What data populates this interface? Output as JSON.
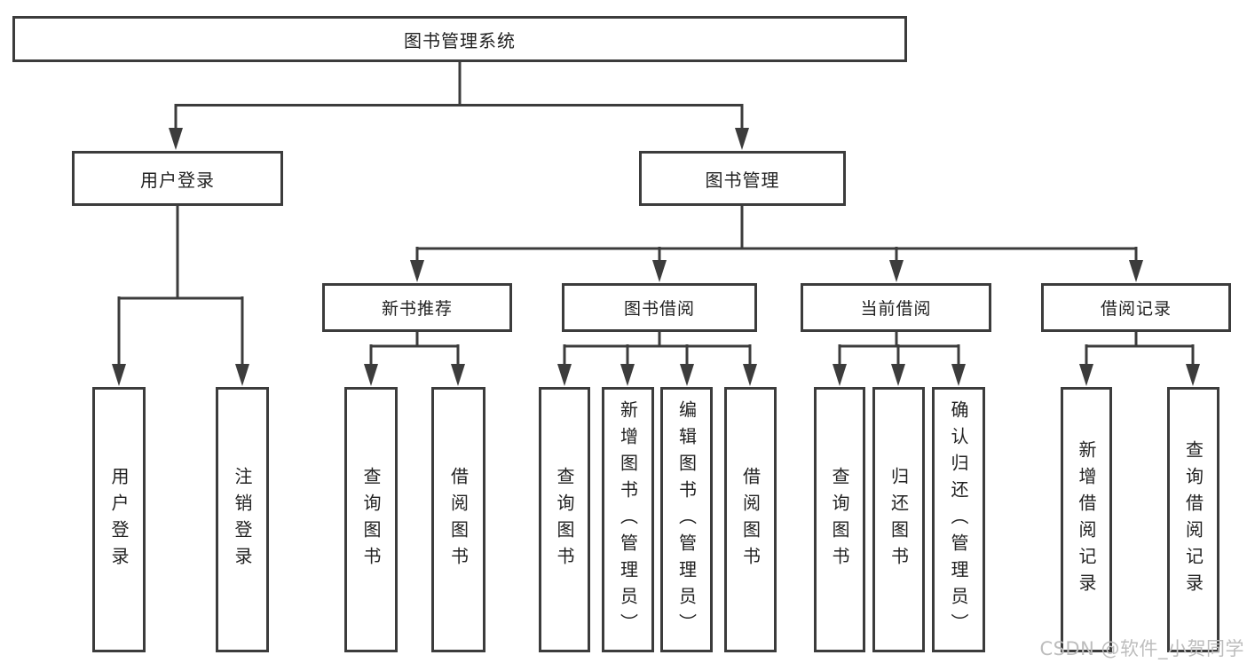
{
  "tree": {
    "root": {
      "label": "图书管理系统"
    },
    "user_login": {
      "label": "用户登录",
      "children": {
        "login": "用户登录",
        "logout": "注销登录"
      }
    },
    "book_mgmt": {
      "label": "图书管理",
      "new_books": {
        "label": "新书推荐",
        "children": {
          "query": "查询图书",
          "borrow": "借阅图书"
        }
      },
      "borrowing": {
        "label": "图书借阅",
        "children": {
          "query": "查询图书",
          "add": "新增图书（管理员）",
          "edit": "编辑图书（管理员）",
          "borrow": "借阅图书"
        }
      },
      "current": {
        "label": "当前借阅",
        "children": {
          "query": "查询图书",
          "return": "归还图书",
          "confirm": "确认归还（管理员）"
        }
      },
      "records": {
        "label": "借阅记录",
        "children": {
          "add": "新增借阅记录",
          "query": "查询借阅记录"
        }
      }
    }
  },
  "watermark": "CSDN @软件_小贺同学",
  "colors": {
    "line": "#3c3c3c",
    "text": "#222222",
    "watermark": "#bdbdbd",
    "background": "#ffffff"
  }
}
